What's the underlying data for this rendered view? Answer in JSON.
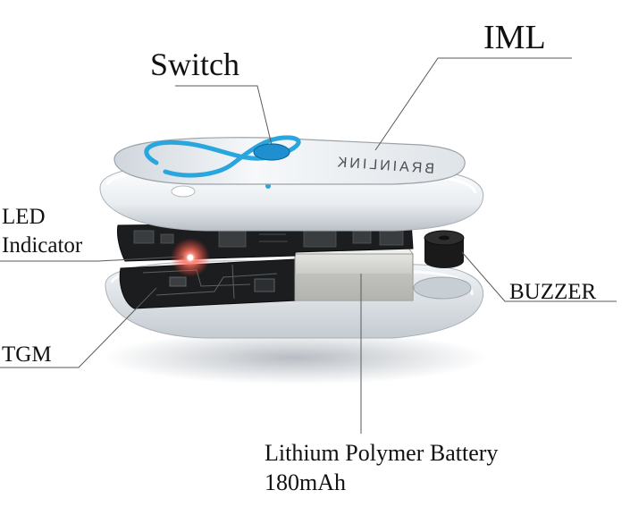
{
  "labels": {
    "switch": "Switch",
    "iml": "IML",
    "led_line1": "LED",
    "led_line2": "Indicator",
    "buzzer": "BUZZER",
    "tgm": "TGM",
    "battery_line1": "Lithium Polymer Battery",
    "battery_line2": "180mAh"
  },
  "device": {
    "logo_text": "BRAINLINK"
  },
  "colors": {
    "shell": "#eef1f3",
    "accent_blue": "#2aa6df",
    "board": "#1c1d1f",
    "battery": "#c9c9c6",
    "led_glow": "#ff5a4a",
    "leader_line": "#5a5a5a"
  }
}
